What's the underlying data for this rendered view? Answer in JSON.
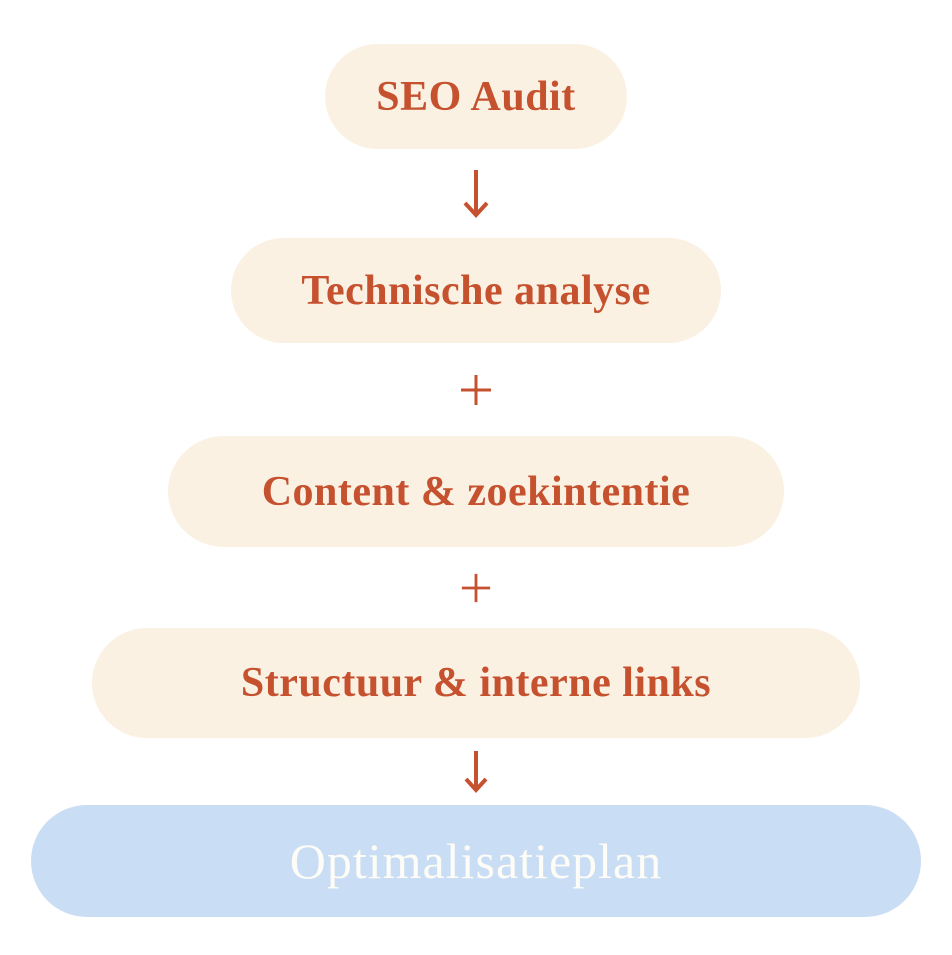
{
  "diagram": {
    "description": "SEO process flow diagram",
    "steps": [
      {
        "id": "seo-audit",
        "label": "SEO Audit",
        "variant": "cream"
      },
      {
        "id": "technische-analyse",
        "label": "Technische analyse",
        "variant": "cream"
      },
      {
        "id": "content-zoekintentie",
        "label": "Content & zoekintentie",
        "variant": "cream"
      },
      {
        "id": "structuur-interne-links",
        "label": "Structuur & interne links",
        "variant": "cream"
      },
      {
        "id": "optimalisatieplan",
        "label": "Optimalisatieplan",
        "variant": "blue"
      }
    ],
    "connectors": [
      {
        "from": "SEO Audit",
        "to": "Technische analyse",
        "symbol": "arrow-down"
      },
      {
        "from": "Technische analyse",
        "to": "Content & zoekintentie",
        "symbol": "plus"
      },
      {
        "from": "Content & zoekintentie",
        "to": "Structuur & interne links",
        "symbol": "plus"
      },
      {
        "from": "Structuur & interne links",
        "to": "Optimalisatieplan",
        "symbol": "arrow-down"
      }
    ],
    "colors": {
      "page_background": "#FFFFFF",
      "step_background_cream": "#FAF1E3",
      "step_text_orange": "#C5512F",
      "connector_orange": "#C5512F",
      "result_background_blue": "#C9DDF4",
      "result_text_white": "#FDFCF7"
    }
  }
}
